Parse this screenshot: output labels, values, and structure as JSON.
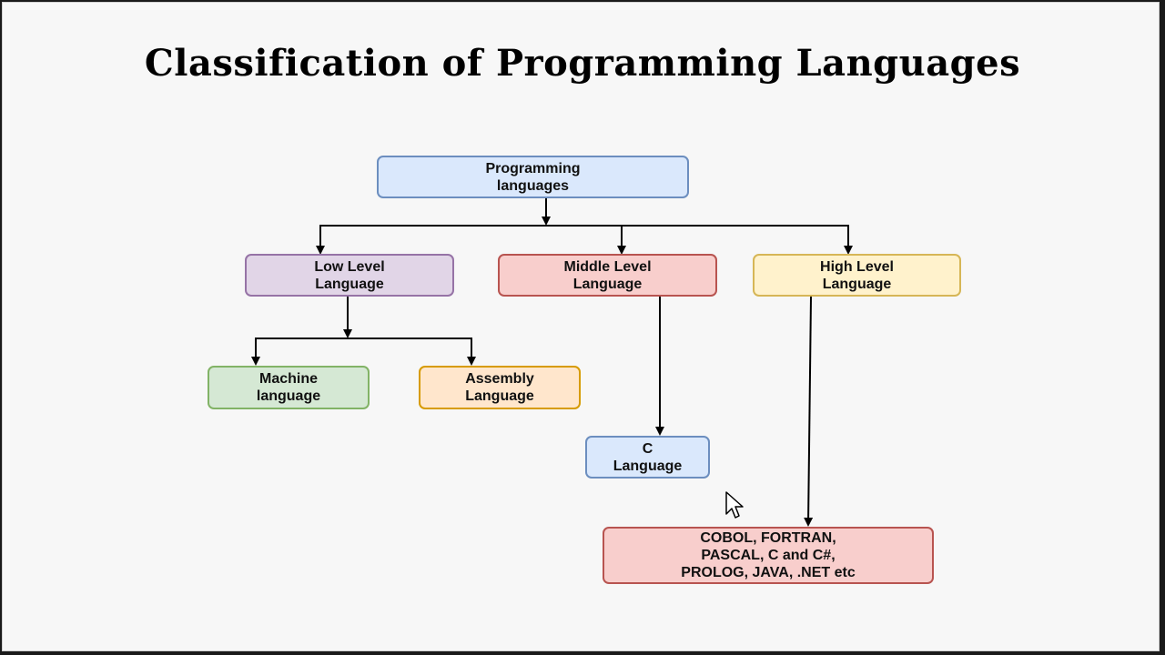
{
  "title": "Classification of Programming Languages",
  "nodes": {
    "root": {
      "label": "Programming\nlanguages",
      "fill": "#dae8fc",
      "stroke": "#6c8ebf"
    },
    "low": {
      "label": "Low Level\nLanguage",
      "fill": "#e1d5e7",
      "stroke": "#9673a6"
    },
    "middle": {
      "label": "Middle Level\nLanguage",
      "fill": "#f8cecc",
      "stroke": "#b85450"
    },
    "high": {
      "label": "High Level\nLanguage",
      "fill": "#fff2cc",
      "stroke": "#d6b656"
    },
    "machine": {
      "label": "Machine\nlanguage",
      "fill": "#d5e8d4",
      "stroke": "#82b366"
    },
    "assembly": {
      "label": "Assembly\nLanguage",
      "fill": "#ffe6cc",
      "stroke": "#d79b00"
    },
    "c": {
      "label": "C\nLanguage",
      "fill": "#dae8fc",
      "stroke": "#6c8ebf"
    },
    "examples": {
      "label": "COBOL, FORTRAN,\nPASCAL, C and C#,\nPROLOG, JAVA, .NET etc",
      "fill": "#f8cecc",
      "stroke": "#b85450"
    }
  },
  "edges": [
    {
      "from": "root",
      "to": "low"
    },
    {
      "from": "root",
      "to": "middle"
    },
    {
      "from": "root",
      "to": "high"
    },
    {
      "from": "low",
      "to": "machine"
    },
    {
      "from": "low",
      "to": "assembly"
    },
    {
      "from": "middle",
      "to": "c"
    },
    {
      "from": "high",
      "to": "examples"
    }
  ]
}
